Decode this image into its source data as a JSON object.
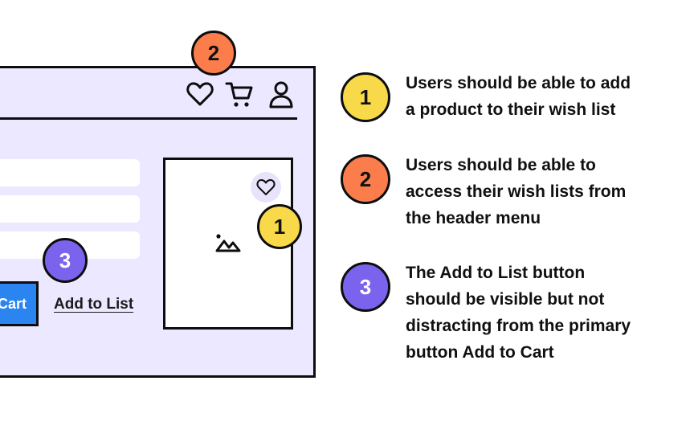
{
  "mockup": {
    "cart_button_label": "Cart",
    "add_to_list_label": "Add to List",
    "header_icons": [
      "heart-icon",
      "cart-icon",
      "user-icon"
    ]
  },
  "callouts": {
    "badge_1_in_mockup": "1",
    "badge_2_in_mockup": "2",
    "badge_3_in_mockup": "3"
  },
  "notes": [
    {
      "number": "1",
      "color": "#f7d94a",
      "lines": [
        "Users should be able to add",
        "a product to their wish list"
      ]
    },
    {
      "number": "2",
      "color": "#fb7d4c",
      "lines": [
        "Users should be able to",
        "access their wish lists from",
        "the header menu"
      ]
    },
    {
      "number": "3",
      "color": "#7c63ee",
      "lines": [
        "The Add to List button",
        "should be visible but not",
        "distracting from the primary",
        "button Add to Cart"
      ]
    }
  ],
  "colors": {
    "mockup_background": "#ece8ff",
    "primary_button": "#2a85f0",
    "outline": "#0d0d0d"
  }
}
